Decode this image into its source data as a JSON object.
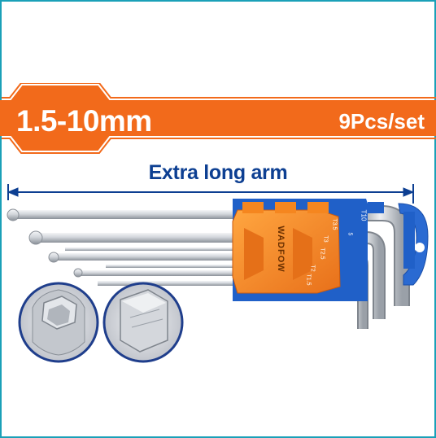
{
  "banner": {
    "size_range": "1.5-10mm",
    "piece_count": "9Pcs/set",
    "color": "#f26a1b"
  },
  "dimension": {
    "label": "Extra long arm",
    "color": "#0d3f92"
  },
  "holder": {
    "brand": "WADFOW",
    "size_labels": [
      "T10",
      "T3.5",
      "T3",
      "T2.5",
      "T2",
      "T1.5",
      "5"
    ]
  },
  "colors": {
    "frame": "#1aa0b8",
    "holder_blue": "#2060c8",
    "holder_orange": "#f5861f",
    "steel": "#c8ccd2"
  }
}
